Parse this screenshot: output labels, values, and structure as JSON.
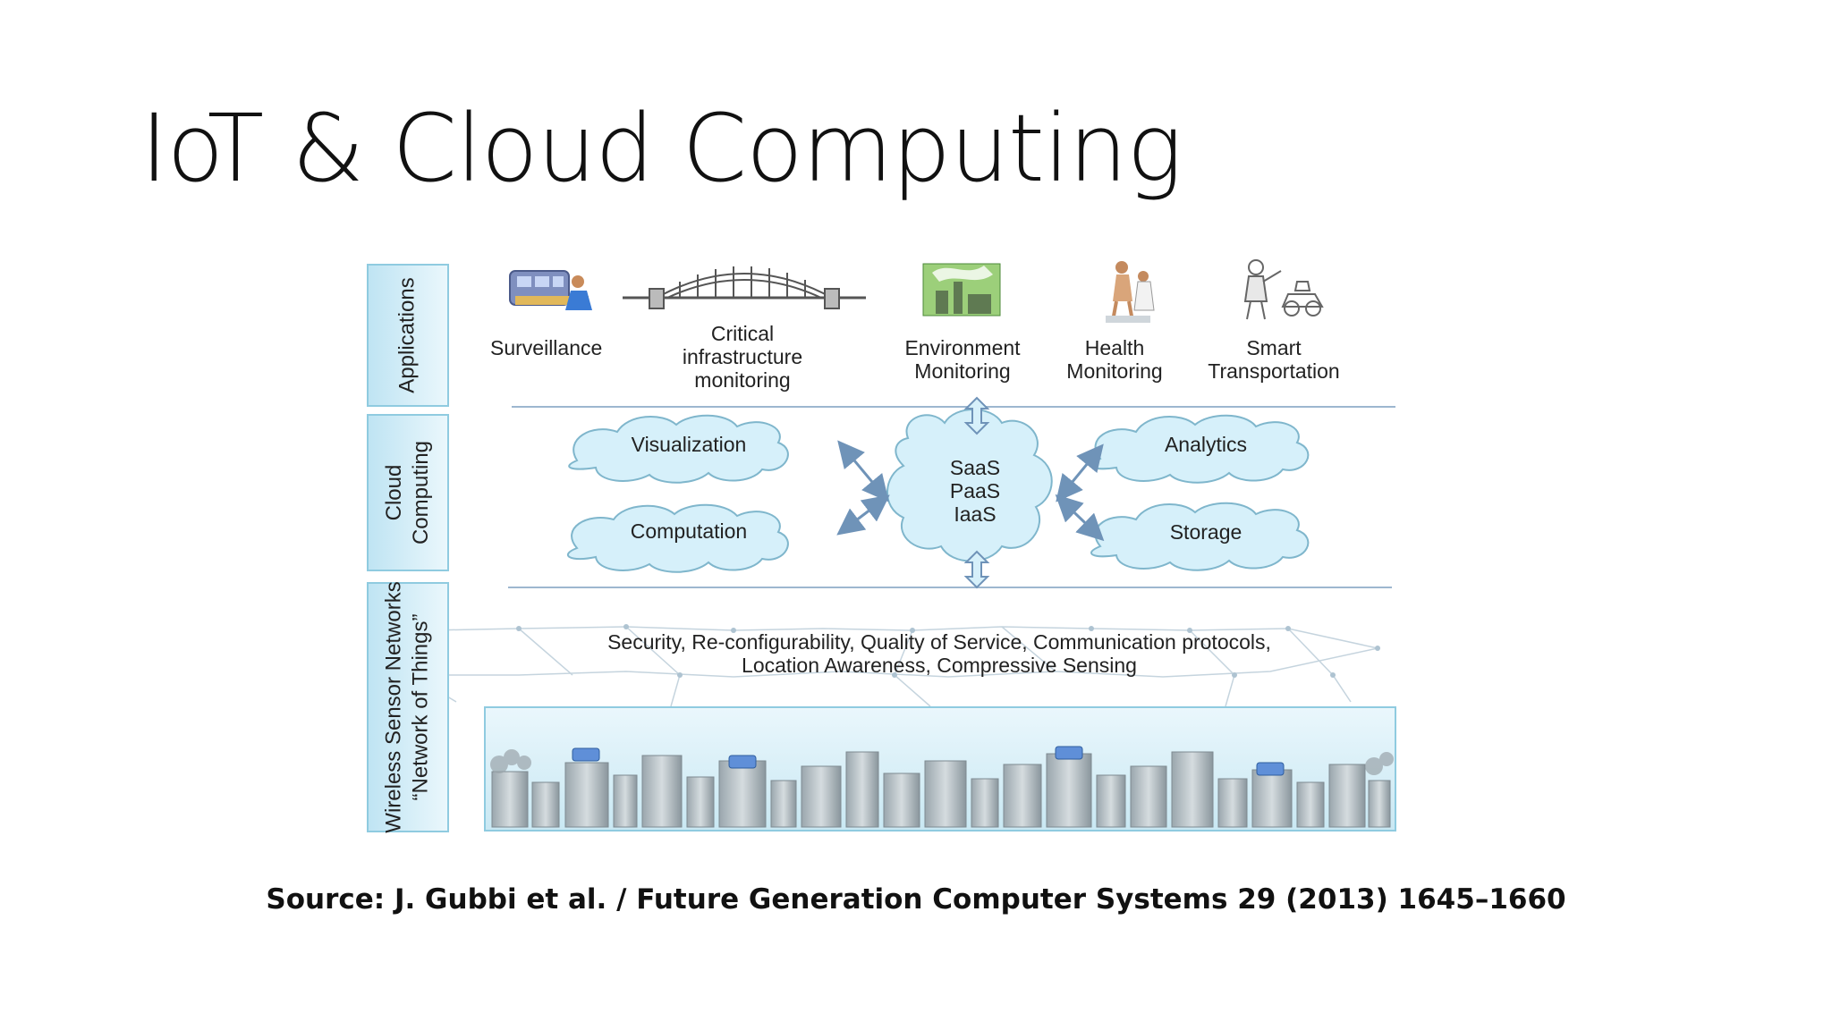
{
  "slide": {
    "title": "IoT & Cloud Computing",
    "source": "Source: J. Gubbi et al. / Future Generation Computer Systems 29 (2013) 1645–1660"
  },
  "layers": {
    "applications": "Applications",
    "cloud_line1": "Cloud",
    "cloud_line2": "Computing",
    "wsn_line1": "Wireless Sensor Networks",
    "wsn_line2": "“Network of Things”"
  },
  "applications": [
    {
      "line1": "Surveillance",
      "line2": "",
      "line3": "",
      "icon": "surveillance-icon"
    },
    {
      "line1": "Critical",
      "line2": "infrastructure",
      "line3": "monitoring",
      "icon": "bridge-icon"
    },
    {
      "line1": "Environment",
      "line2": "Monitoring",
      "line3": "",
      "icon": "factory-icon"
    },
    {
      "line1": "Health",
      "line2": "Monitoring",
      "line3": "",
      "icon": "health-icon"
    },
    {
      "line1": "Smart",
      "line2": "Transportation",
      "line3": "",
      "icon": "transportation-icon"
    }
  ],
  "cloud": {
    "left_top": "Visualization",
    "left_bottom": "Computation",
    "right_top": "Analytics",
    "right_bottom": "Storage",
    "center_line1": "SaaS",
    "center_line2": "PaaS",
    "center_line3": "IaaS"
  },
  "wsn": {
    "line1": "Security, Re-configurability, Quality of Service, Communication protocols,",
    "line2": "Location Awareness, Compressive Sensing"
  },
  "colors": {
    "cloud_fill": "#d6f0fa",
    "cloud_stroke": "#7fb6cc",
    "tab_border": "#8fcbe0",
    "divider": "#9db7cf",
    "arrow": "#6f93b8"
  }
}
